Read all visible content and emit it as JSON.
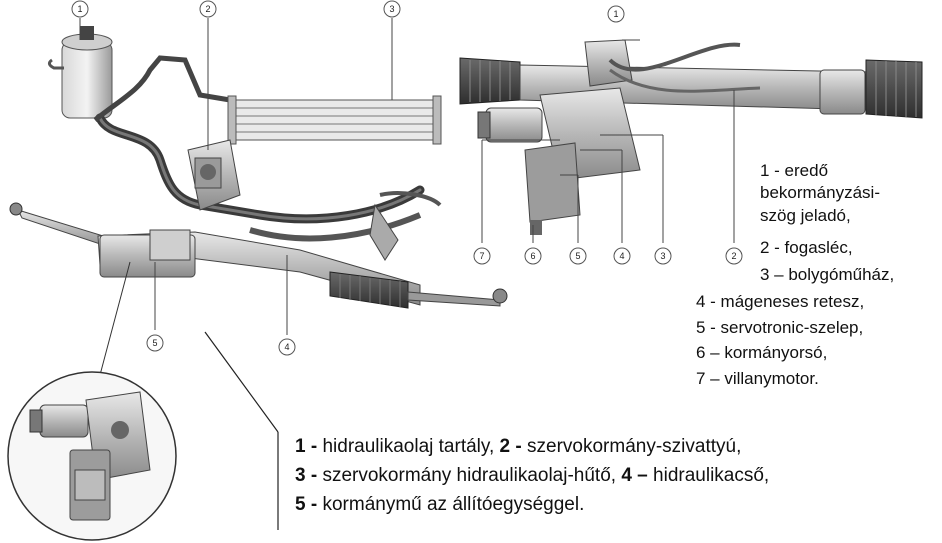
{
  "callouts_left": [
    "1",
    "2",
    "3",
    "5",
    "4"
  ],
  "callouts_right": [
    "1",
    "7",
    "6",
    "5",
    "4",
    "3",
    "2"
  ],
  "legend_right": [
    "1 - eredő",
    "bekormányzási-",
    "szög jeladó,",
    "2 - fogasléc,",
    "3 – bolygóműház,",
    "4 - mágeneses retesz,",
    "5 - servotronic-szelep,",
    "6 – kormányorsó,",
    "7 – villanymotor."
  ],
  "legend_bottom": {
    "line1": {
      "n1": "1 -",
      "t1": " hidraulikaolaj  tartály, ",
      "n2": "2 -",
      "t2": " szervokormány-szivattyú,"
    },
    "line2": {
      "n1": "3 -",
      "t1": " szervokormány hidraulikaolaj-hűtő, ",
      "n2": "4 –",
      "t2": " hidraulikacső,"
    },
    "line3": {
      "n1": "5 -",
      "t1": " kormánymű az állítóegységgel."
    }
  }
}
